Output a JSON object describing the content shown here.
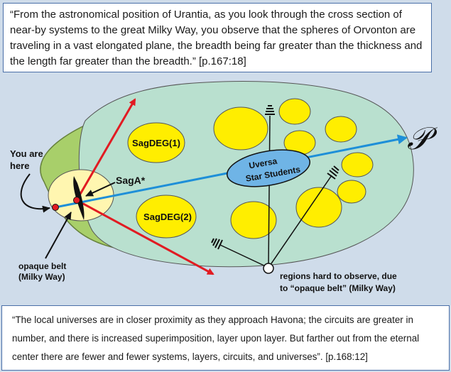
{
  "quote_top": {
    "text": "“From the astronomical position of Urantia, as you look through the cross section of near-by systems to the great Milky Way, you observe that the spheres of Orvonton are traveling in a vast elongated plane, the breadth being far greater than the thickness and the length far greater than the breadth.” [p.167:18]"
  },
  "quote_bottom": {
    "text": "“The local universes are in closer proximity as they approach Havona; the circuits are greater in number, and there is increased superimposition, layer upon layer. But farther out from the eternal center there are fewer and fewer systems, layers, circuits, and universes”. [p.168:12]"
  },
  "labels": {
    "you_are": "You are",
    "here": "here",
    "sagdeg1": "SagDEG(1)",
    "sagdeg2": "SagDEG(2)",
    "saga": "SagA*",
    "uversa_line1": "Uversa",
    "uversa_line2": "Star Students",
    "paradise": "𝒫",
    "opaque_line1": "opaque belt",
    "opaque_line2": "(Milky Way)",
    "regions_line1": "regions hard to observe, due",
    "regions_line2": "to “opaque belt” (Milky Way)"
  },
  "colors": {
    "outer_galaxy": "#a8cf6a",
    "inner_region": "#b9e0cf",
    "yellow_spheres": "#ffee00",
    "core_glow": "#fff6b0",
    "uversa": "#6fb4e6",
    "sight_arrow": "#1e8fd8",
    "red_arrows": "#e11b22",
    "background": "#cfdcea"
  },
  "icons": [
    "telescope-icon",
    "telescope-icon",
    "telescope-icon",
    "observer-dot",
    "paradise-symbol"
  ]
}
